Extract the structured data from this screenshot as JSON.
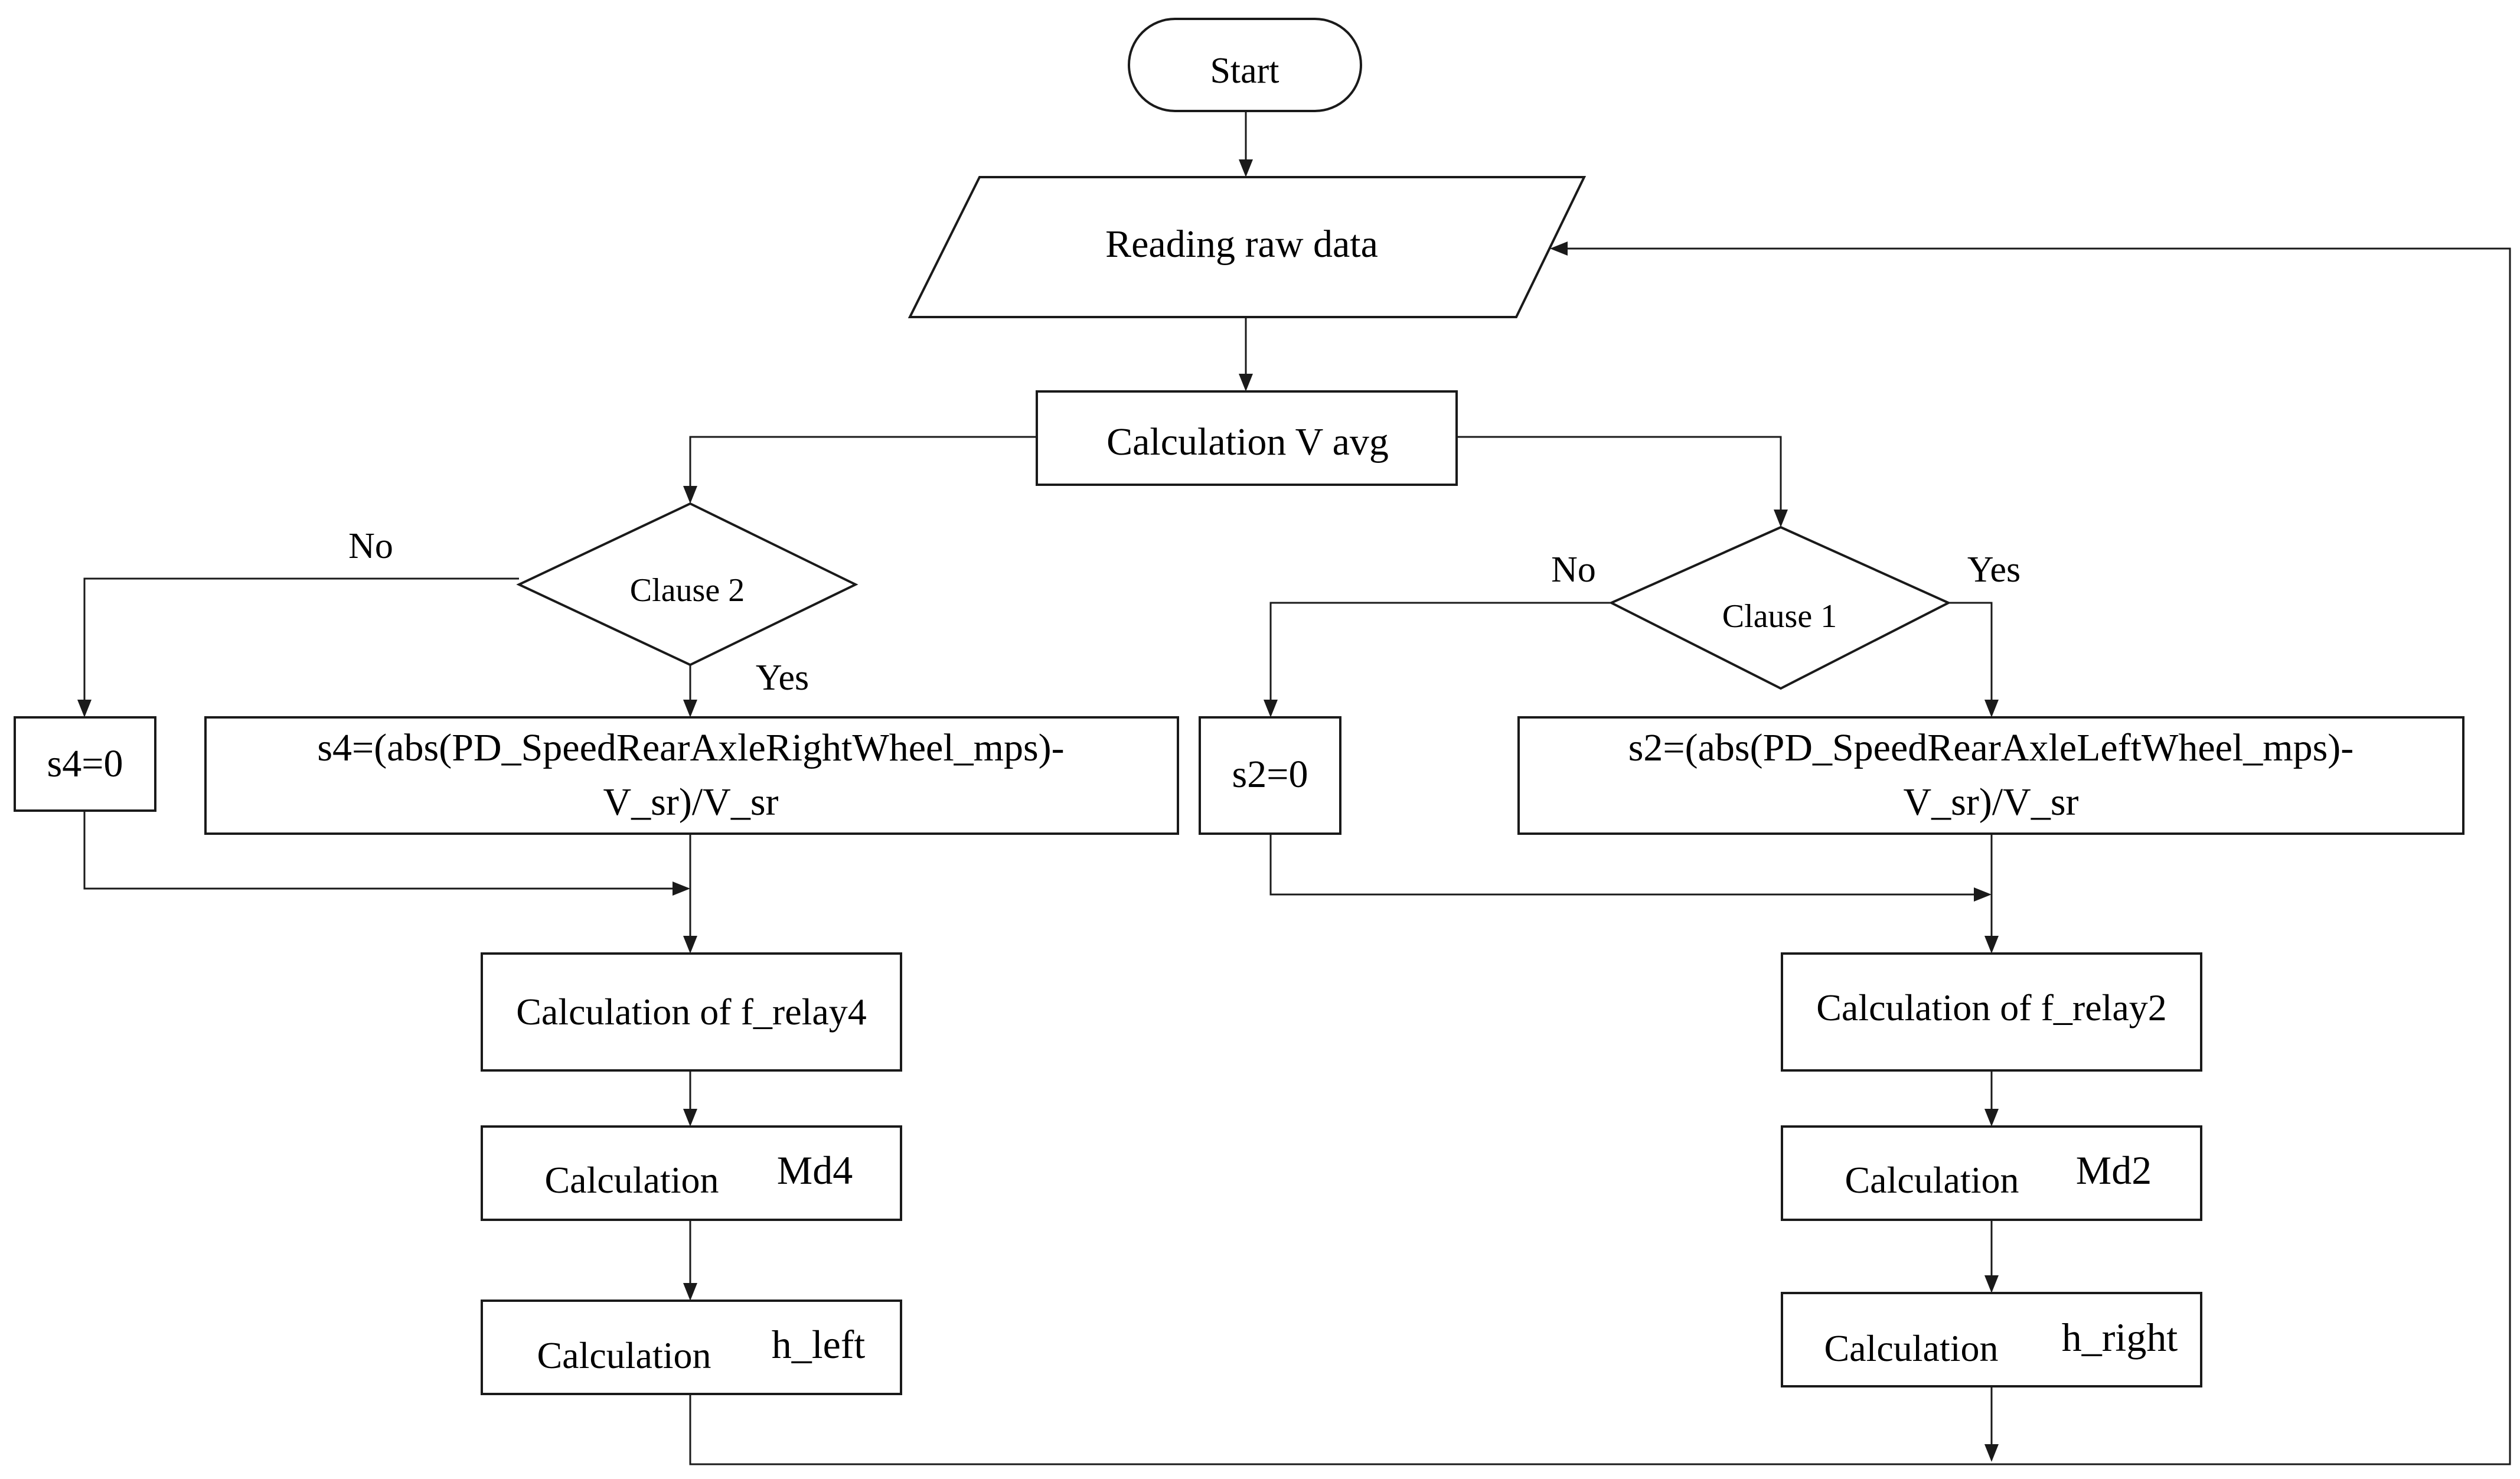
{
  "colors": {
    "stroke": "#1a1a1a",
    "background": "#ffffff",
    "text": "#000000"
  },
  "nodes": {
    "start": "Start",
    "read": "Reading raw data",
    "vavg": "Calculation V avg",
    "clause2": "Clause 2",
    "clause1": "Clause 1",
    "s4_zero": "s4=0",
    "s4_formula_line1": "s4=(abs(PD_SpeedRearAxleRightWheel_mps)-",
    "s4_formula_line2": "V_sr)/V_sr",
    "s2_zero": "s2=0",
    "s2_formula_line1": "s2=(abs(PD_SpeedRearAxleLeftWheel_mps)-",
    "s2_formula_line2": "V_sr)/V_sr",
    "f_relay4": "Calculation of f_relay4",
    "f_relay2": "Calculation of f_relay2",
    "md4_label": "Calculation",
    "md4_value": "Md4",
    "md2_label": "Calculation",
    "md2_value": "Md2",
    "hleft_label": "Calculation",
    "hleft_value": "h_left",
    "hright_label": "Calculation",
    "hright_value": "h_right"
  },
  "edge_labels": {
    "clause2_no": "No",
    "clause2_yes": "Yes",
    "clause1_no": "No",
    "clause1_yes": "Yes"
  }
}
